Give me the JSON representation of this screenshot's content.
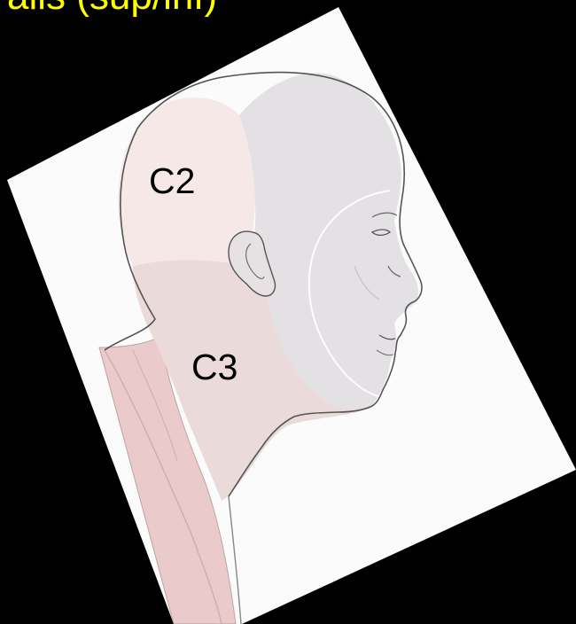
{
  "title": "alis (sup/inf)",
  "labels": {
    "c2": "C2",
    "c3": "C3"
  },
  "colors": {
    "background": "#000000",
    "title": "#FFFF00",
    "card": "#FBFBFB",
    "c2_zone": "#F7E8E8",
    "c3_zone": "#EBDADA",
    "face_zone": "#E4E1E5",
    "shoulder": "#EACACA"
  }
}
